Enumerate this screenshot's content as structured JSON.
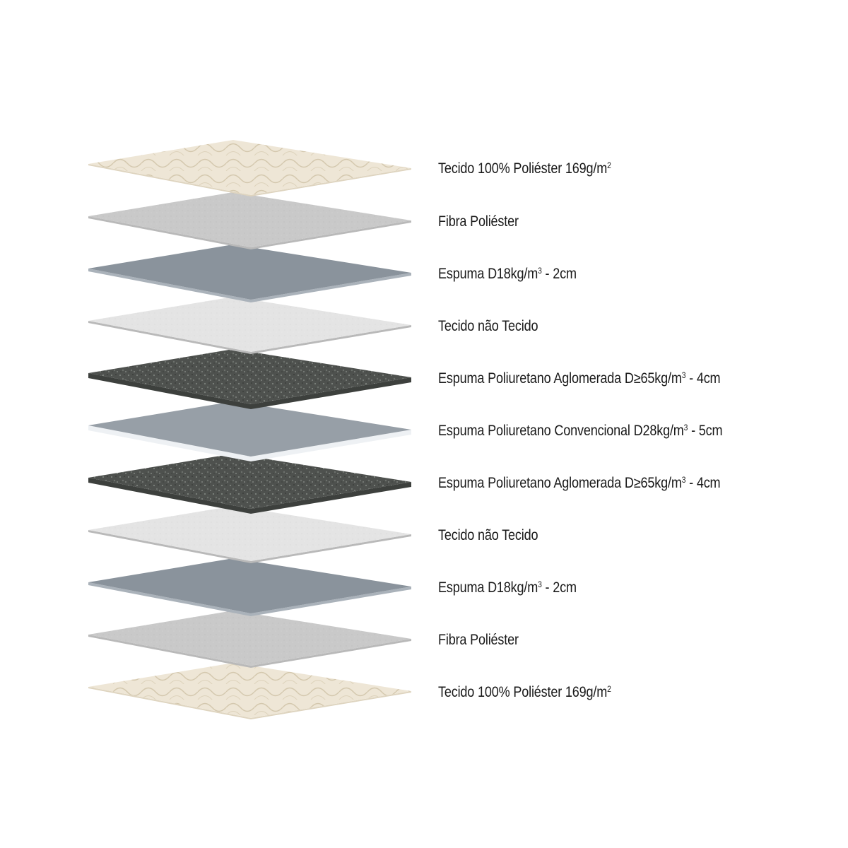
{
  "colors": {
    "quilted_fabric": "#eee6d6",
    "quilted_pattern": "#d8cdb6",
    "polyester_fiber": "#c9c9c9",
    "foam_d18": "#8a939c",
    "non_woven": "#e4e4e4",
    "agglomerated_foam": "#4e514e",
    "conventional_foam": "#979fa7",
    "foam_edge": "#eef1f4",
    "label_text": "#1a1a1a"
  },
  "layers": [
    {
      "material": "quilted_fabric",
      "label": "Tecido 100% Poliéster 169g/m",
      "sup": "2"
    },
    {
      "material": "polyester_fiber",
      "label": "Fibra Poliéster",
      "sup": ""
    },
    {
      "material": "foam_d18",
      "label": "Espuma D18kg/m",
      "sup": "3",
      "suffix": " - 2cm"
    },
    {
      "material": "non_woven",
      "label": "Tecido não Tecido",
      "sup": ""
    },
    {
      "material": "agglomerated_foam",
      "label": "Espuma Poliuretano Aglomerada D≥65kg/m",
      "sup": "3",
      "suffix": " - 4cm"
    },
    {
      "material": "conventional_foam",
      "label": "Espuma Poliuretano Convencional D28kg/m",
      "sup": "3",
      "suffix": " - 5cm"
    },
    {
      "material": "agglomerated_foam",
      "label": "Espuma Poliuretano Aglomerada D≥65kg/m",
      "sup": "3",
      "suffix": " - 4cm"
    },
    {
      "material": "non_woven",
      "label": "Tecido não Tecido",
      "sup": ""
    },
    {
      "material": "foam_d18",
      "label": "Espuma D18kg/m",
      "sup": "3",
      "suffix": " - 2cm"
    },
    {
      "material": "polyester_fiber",
      "label": "Fibra Poliéster",
      "sup": ""
    },
    {
      "material": "quilted_fabric",
      "label": "Tecido 100% Poliéster 169g/m",
      "sup": "2"
    }
  ]
}
